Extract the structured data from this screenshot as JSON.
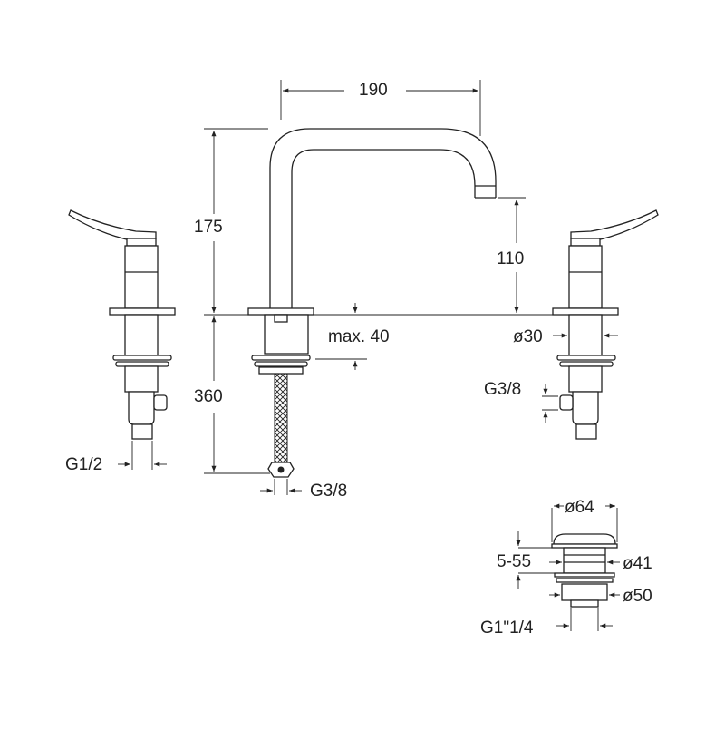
{
  "drawing": {
    "dimensions": {
      "spout_reach": "190",
      "spout_height": "175",
      "outlet_height": "110",
      "max_deck": "max. 40",
      "below_deck": "360",
      "base_diameter": "ø30",
      "handle_connection": "G1/2",
      "hose_connection_left": "G3/8",
      "hose_connection_right": "G3/8",
      "waste_top_diameter": "ø64",
      "waste_range": "5-55",
      "waste_mid_diameter": "ø41",
      "waste_bottom_diameter": "ø50",
      "waste_thread": "G1\"1/4"
    }
  }
}
